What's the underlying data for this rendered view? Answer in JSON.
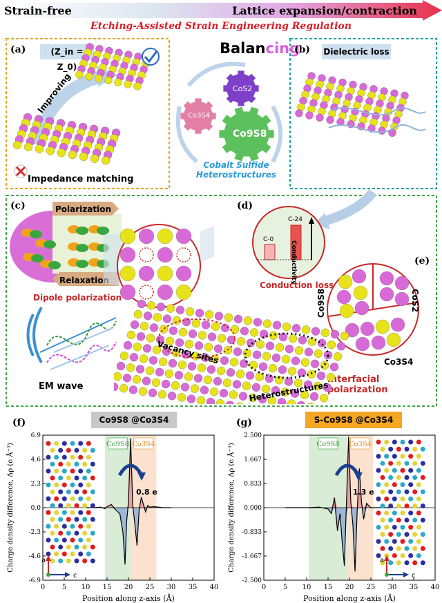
{
  "header": {
    "left": "Strain-free",
    "right": "Lattice expansion/contraction",
    "subtitle": "Etching-Assisted Strain Engineering Regulation"
  },
  "panel_a": {
    "tag": "(a)",
    "eq": "(Z_in = Z_0)",
    "improving": "Improving",
    "caption": "Impedance matching"
  },
  "center": {
    "balancing_part1": "Balan",
    "balancing_part2": "cing",
    "gear1": "CoS2",
    "gear2": "Co3S4",
    "gear3": "Co9S8",
    "caption_line1": "Cobalt Sulfide",
    "caption_line2": "Heterostructures"
  },
  "panel_b": {
    "tag": "(b)",
    "label": "Dielectric loss"
  },
  "panel_c": {
    "tag": "(c)",
    "polarization": "Polarization",
    "relaxation": "Relaxation",
    "caption": "Dipole polarization",
    "em": "EM wave"
  },
  "panel_d": {
    "tag": "(d)",
    "bar1": "C-0",
    "bar2": "C-24",
    "ylabel": "Conductivity",
    "caption": "Conduction loss"
  },
  "panel_e": {
    "tag": "(e)",
    "l1": "Co9S8",
    "l2": "CoS2",
    "l3": "Co3S4",
    "caption": "Interfacial polarization"
  },
  "lattice": {
    "vacancy": "Vacancy sites",
    "hetero": "Heterostructures"
  },
  "panel_f": {
    "tag": "(f)",
    "title": "Co9S8 @Co3S4",
    "left_region": "Co9S8",
    "right_region": "Co3S4",
    "transfer": "0.8 e",
    "ylabel": "Charge density difference, Δρ (e Å⁻³)",
    "xlabel": "Position along z-axis (Å)",
    "axis_a": "a",
    "axis_c": "c"
  },
  "panel_g": {
    "tag": "(g)",
    "title": "S-Co9S8 @Co3S4",
    "left_region": "Co9S8",
    "right_region": "Co3S4",
    "transfer": "1.3 e",
    "ylabel": "Charge density difference, Δρ (e Å⁻³)",
    "xlabel": "Position along z-axis (Å)",
    "axis_a": "a",
    "axis_c": "c"
  },
  "chart_data": [
    {
      "type": "line",
      "xlabel": "Position along z-axis (Å)",
      "ylabel": "Charge density difference, Δρ (e Å⁻³)",
      "xlim": [
        0,
        40
      ],
      "ylim": [
        -6.9,
        6.9
      ],
      "xticks": [
        "0",
        "5",
        "10",
        "15",
        "20",
        "25",
        "30",
        "35",
        "40"
      ],
      "yticks": [
        "6.9",
        "4.6",
        "2.3",
        "0.0",
        "-2.3",
        "-4.6",
        "-6.9"
      ],
      "regions": [
        {
          "name": "Co9S8",
          "from": 14.5,
          "to": 20.5,
          "color": "#d9ecd6"
        },
        {
          "name": "Co3S4",
          "from": 20.5,
          "to": 26.5,
          "color": "#fbe2cf"
        }
      ],
      "series": [
        {
          "x": [
            10,
            12,
            13.5,
            14.5,
            15,
            16,
            17,
            18,
            18.7,
            19.2,
            19.6,
            20,
            20.5,
            21,
            21.5,
            22,
            22.5,
            23,
            23.5,
            24,
            24.5,
            25,
            26,
            28,
            30
          ],
          "y": [
            0,
            0,
            0.05,
            -0.1,
            0.1,
            0.3,
            -0.2,
            -0.6,
            -2.3,
            -5.4,
            -1.2,
            0.5,
            6.6,
            0.2,
            -1.6,
            -3.6,
            -0.2,
            1.0,
            0.3,
            -0.4,
            0.2,
            0.05,
            0.1,
            0,
            0
          ]
        }
      ],
      "annotation": "0.8 e"
    },
    {
      "type": "line",
      "xlabel": "Position along z-axis (Å)",
      "ylabel": "Charge density difference, Δρ (e Å⁻³)",
      "xlim": [
        0,
        40
      ],
      "ylim": [
        -2.5,
        2.5
      ],
      "xticks": [
        "0",
        "5",
        "10",
        "15",
        "20",
        "25",
        "30",
        "35",
        "40"
      ],
      "yticks": [
        "2.500",
        "1.667",
        "0.833",
        "0.000",
        "-0.833",
        "-1.667",
        "-2.500"
      ],
      "regions": [
        {
          "name": "Co9S8",
          "from": 10.5,
          "to": 19.5,
          "color": "#d9ecd6"
        },
        {
          "name": "Co3S4",
          "from": 19.5,
          "to": 25.5,
          "color": "#fbe2cf"
        }
      ],
      "series": [
        {
          "x": [
            5,
            10,
            13,
            15,
            15.8,
            16.5,
            17.2,
            17.8,
            18.3,
            18.8,
            19.2,
            19.8,
            20.3,
            20.8,
            21.3,
            21.8,
            22.3,
            22.8,
            23.3,
            24,
            25,
            27,
            30
          ],
          "y": [
            0,
            0,
            0.02,
            -0.05,
            -0.2,
            0.35,
            -0.8,
            -0.2,
            -1.2,
            -2.0,
            -0.3,
            2.45,
            0.2,
            -0.6,
            -2.2,
            -0.1,
            1.35,
            0.2,
            -0.4,
            0.15,
            0,
            0,
            0
          ]
        }
      ],
      "annotation": "1.3 e"
    }
  ]
}
